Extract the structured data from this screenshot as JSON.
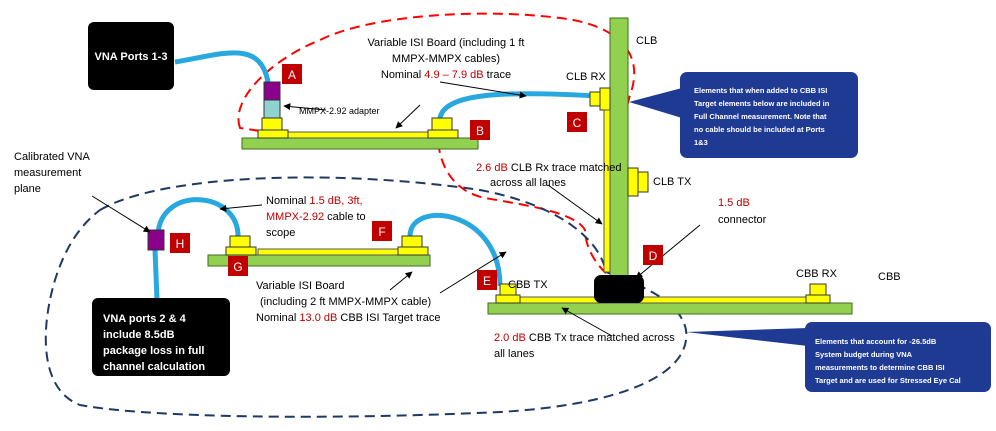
{
  "vna_ports_1_3": "VNA Ports 1-3",
  "vna_ports_2_4": [
    "VNA ports 2 & 4",
    "include 8.5dB",
    "package loss in full",
    "channel calculation"
  ],
  "markers": {
    "a": "A",
    "b": "B",
    "c": "C",
    "d": "D",
    "e": "E",
    "f": "F",
    "g": "G",
    "h": "H"
  },
  "isi_top": {
    "line1": "Variable ISI Board (including 1 ft",
    "line2": "MMPX-MMPX cables)",
    "line3_prefix": "Nominal ",
    "line3_value": "4.9 – 7.9 dB",
    "line3_suffix": " trace"
  },
  "adapter_label": "MMPX-2.92 adapter",
  "clb": "CLB",
  "clb_rx": "CLB RX",
  "clb_tx": "CLB TX",
  "callout_top": [
    "Elements that when added to CBB ISI",
    "Target elements below are included in",
    "Full Channel measurement.  Note that",
    "no cable should be included at Ports",
    "1&3"
  ],
  "clb_trace": {
    "value": "2.6 dB",
    "rest": " CLB Rx trace matched",
    "line2": "across all lanes"
  },
  "connector": {
    "value": "1.5 dB",
    "label": "connector"
  },
  "calibrated_plane": [
    "Calibrated VNA",
    "measurement",
    "plane"
  ],
  "scope_cable": {
    "prefix": "Nominal ",
    "line1_value": "1.5 dB, 3ft,",
    "line2_value": "MMPX-2.92",
    "line2_suffix": " cable to",
    "line3": "scope"
  },
  "isi_bottom": {
    "line1": "Variable ISI Board",
    "line2": "(including 2 ft MMPX-MMPX cable)",
    "line3_prefix": "Nominal ",
    "line3_value": "13.0 dB",
    "line3_suffix": " CBB ISI Target trace"
  },
  "cbb_tx": "CBB TX",
  "cbb_rx": "CBB RX",
  "cbb": "CBB",
  "cbb_trace": {
    "value": "2.0 dB",
    "rest": " CBB Tx trace matched across",
    "line2": "all lanes"
  },
  "callout_bottom": [
    "Elements that account for -26.5dB",
    "System budget during VNA",
    "measurements to determine CBB ISI",
    "Target and are used for Stressed Eye Cal"
  ],
  "colors": {
    "board_green": "#92d050",
    "component_yellow": "#ffff00",
    "cable_blue": "#29a8e0",
    "marker_red": "#c00000",
    "callout_navy": "#1f3a93",
    "red_dashed": "#ff0000",
    "navy_dashed": "#1f3864",
    "adapter_purple": "#8b008b",
    "adapter_teal": "#8fd3cf",
    "loss_red": "#c00000"
  }
}
